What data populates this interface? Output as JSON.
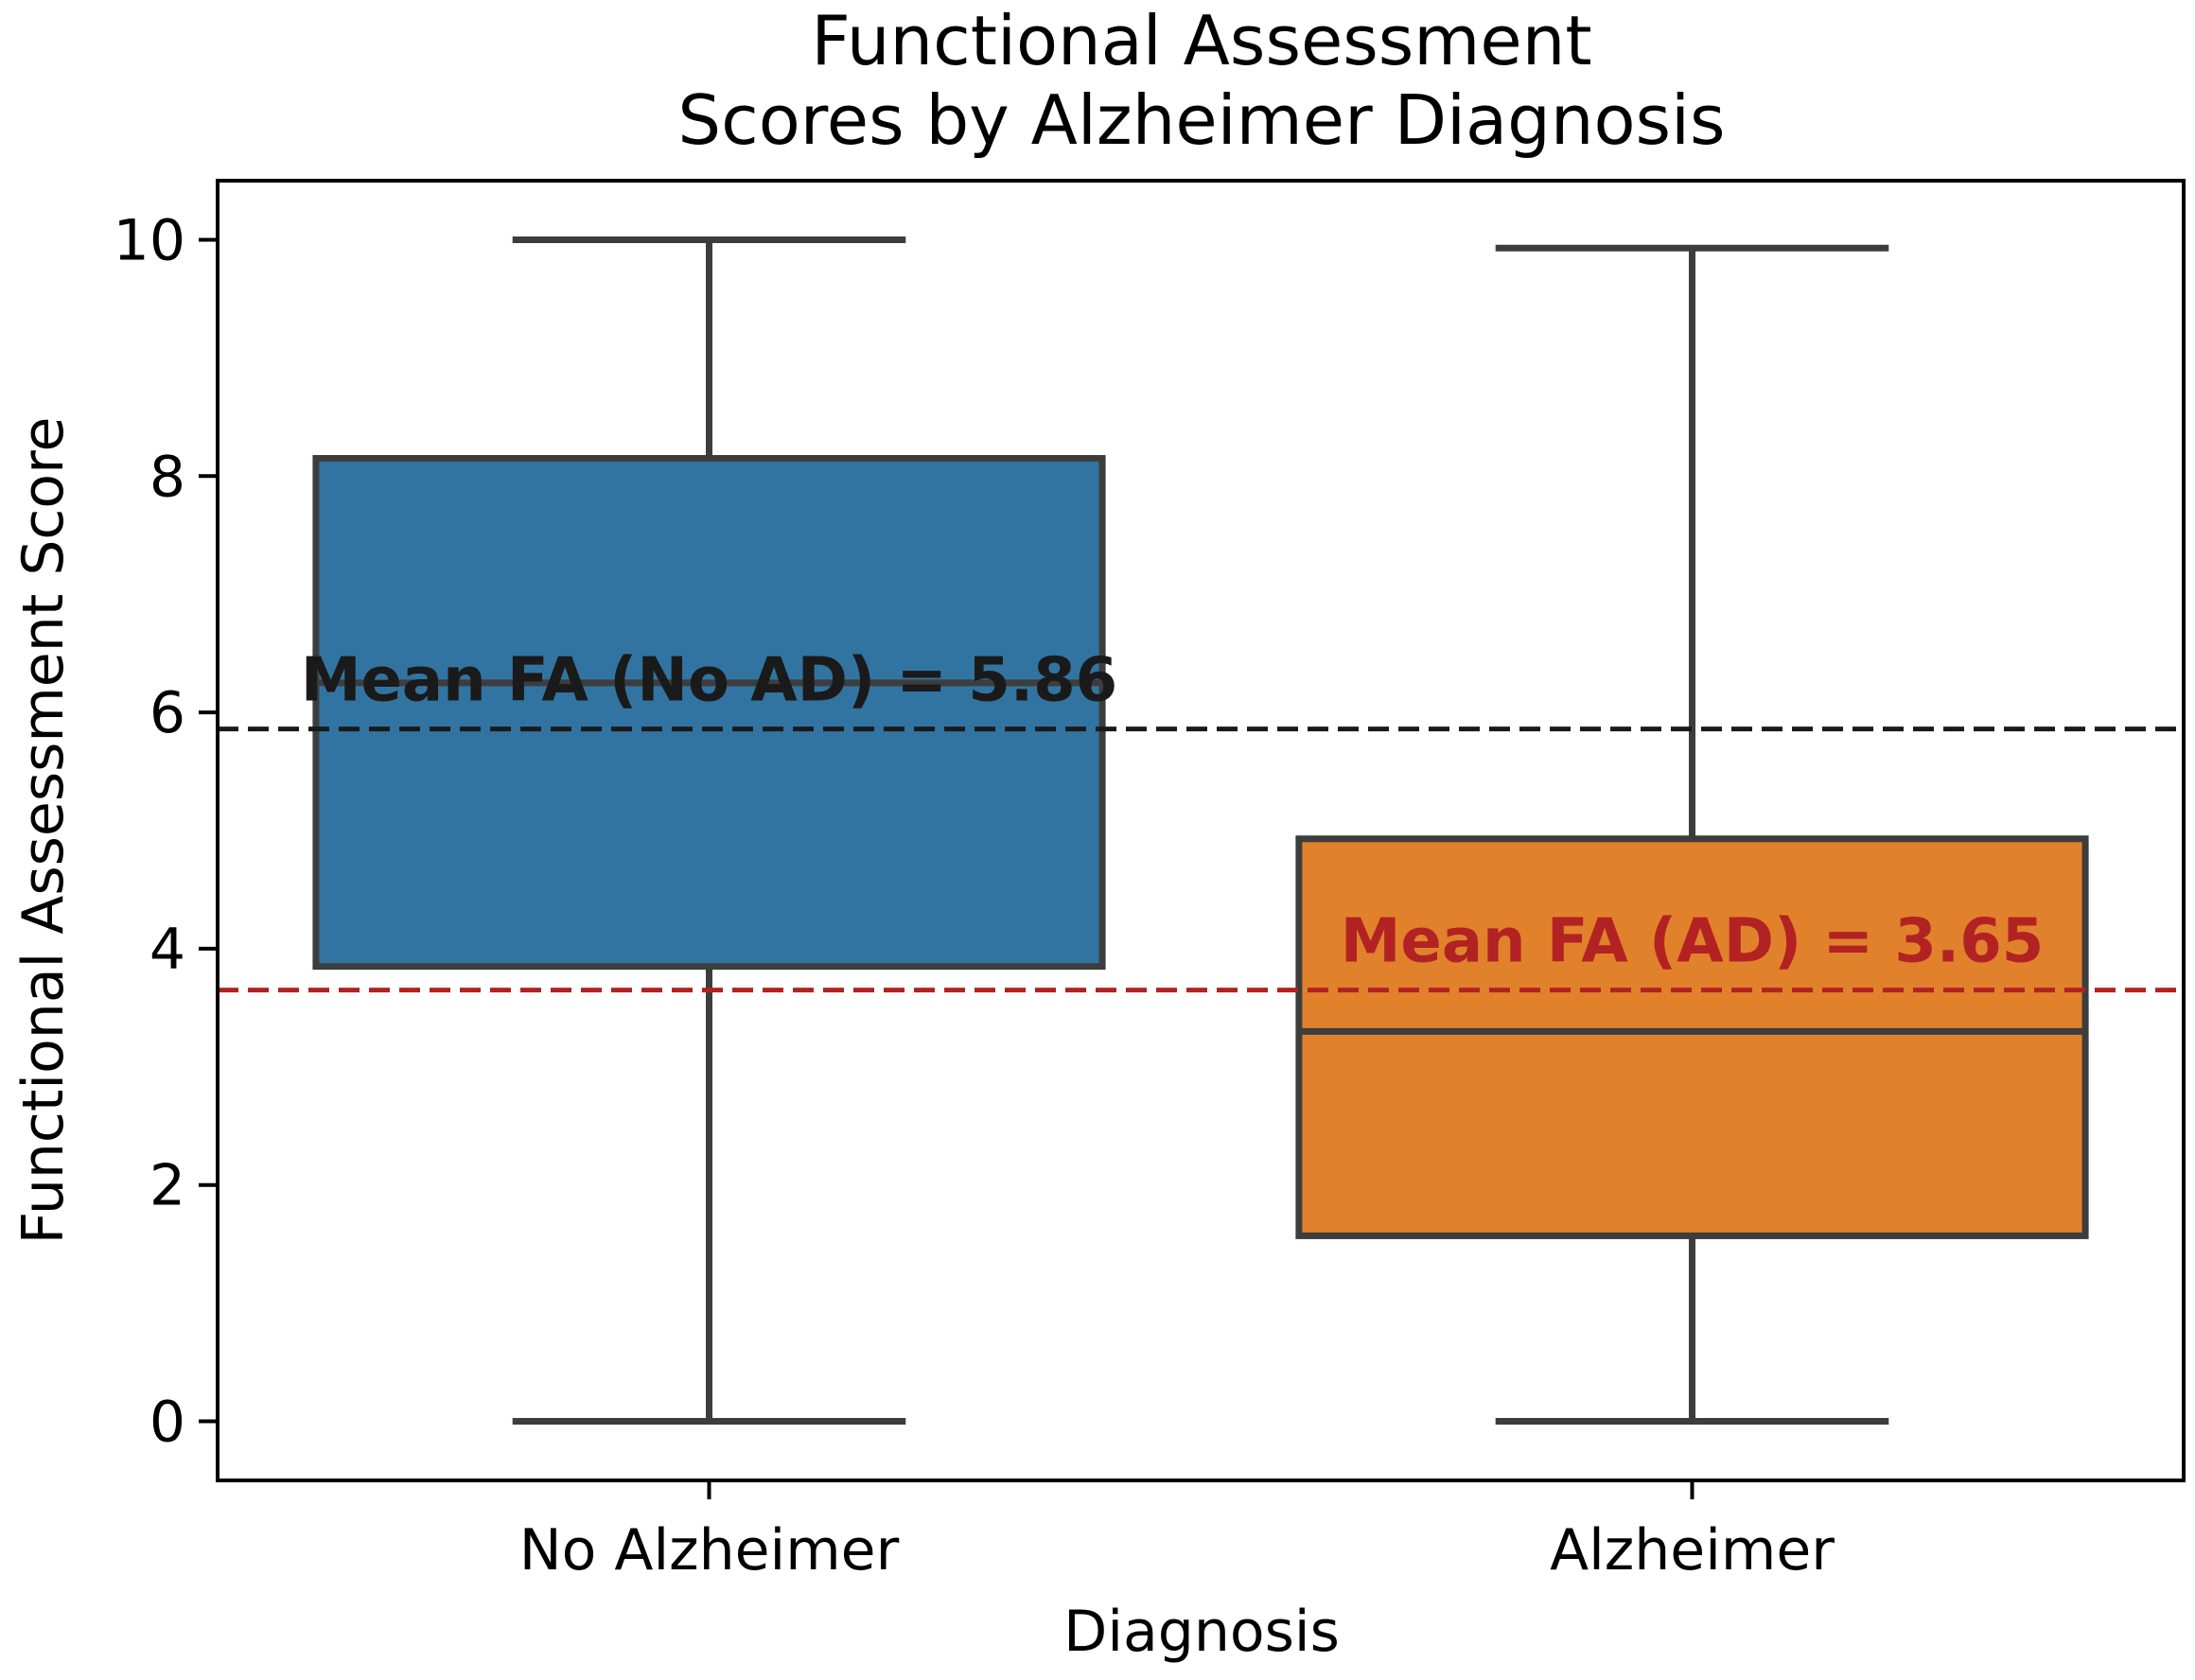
{
  "chart_data": {
    "type": "box",
    "title": [
      "Functional Assessment",
      "Scores by Alzheimer Diagnosis"
    ],
    "xlabel": "Diagnosis",
    "ylabel": "Functional Assessment Score",
    "categories": [
      "No Alzheimer",
      "Alzheimer"
    ],
    "ylim": [
      -0.5,
      10.5
    ],
    "yticks": [
      0,
      2,
      4,
      6,
      8,
      10
    ],
    "grid": false,
    "boxes": [
      {
        "category": "No Alzheimer",
        "whisker_low": 0.0,
        "q1": 3.85,
        "median": 6.25,
        "q3": 8.15,
        "whisker_high": 10.0,
        "color": "#3274a1"
      },
      {
        "category": "Alzheimer",
        "whisker_low": 0.0,
        "q1": 1.57,
        "median": 3.3,
        "q3": 4.93,
        "whisker_high": 9.93,
        "color": "#e1812c"
      }
    ],
    "reference_lines": [
      {
        "value": 5.86,
        "label": "Mean FA (No AD) = 5.86",
        "color": "#1a1a1a",
        "anchor_category": "No Alzheimer"
      },
      {
        "value": 3.65,
        "label": "Mean FA (AD) = 3.65",
        "color": "#b22222",
        "anchor_category": "Alzheimer"
      }
    ],
    "box_edge_color": "#3d3d3d"
  }
}
